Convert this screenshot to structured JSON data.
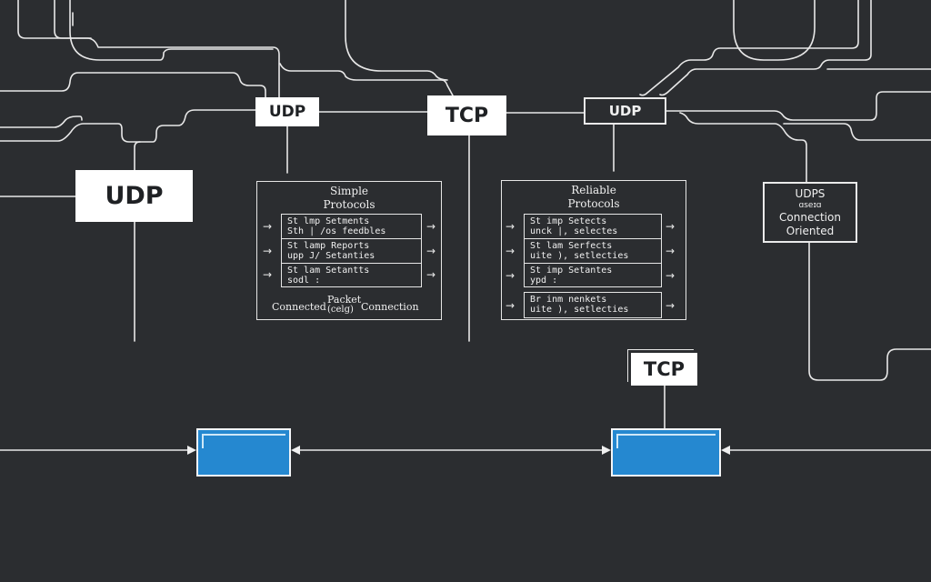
{
  "diagram": {
    "title": "UDP vs TCP network diagram",
    "colors": {
      "background": "#2b2d30",
      "line": "#e8e8e8",
      "label_fill": "#ffffff",
      "node_fill": "#2588d0"
    },
    "labels": {
      "udp_small": "UDP",
      "tcp_top": "TCP",
      "udp_outline": "UDP",
      "udp_large": "UDP",
      "tcp_bottom": "TCP"
    },
    "udps_box": {
      "line1": "UDPS",
      "line2": "ɑseɪɑ",
      "line3": "Connection",
      "line4": "Oriented"
    },
    "panel_simple": {
      "title_line1": "Simple",
      "title_line2": "Protocols",
      "rows": [
        {
          "line1": "St lmp  Setments",
          "line2": "Sth  |  /os feedbles"
        },
        {
          "line1": "St lamp  Reports",
          "line2": "upp  J/ Setanties"
        },
        {
          "line1": "St lam   Setantts",
          "line2": "sodl :"
        }
      ],
      "footer_left": "Connected",
      "footer_mid_top": "Packet",
      "footer_mid_bottom": "(celg)",
      "footer_right": "Connection"
    },
    "panel_reliable": {
      "title_line1": "Reliable",
      "title_line2": "Protocols",
      "rows": [
        {
          "line1": "St imp  Setects",
          "line2": "unck  |, selectes"
        },
        {
          "line1": "St lam  Serfects",
          "line2": "uite ), setlecties"
        },
        {
          "line1": "St imp  Setantes",
          "line2": "ypd :"
        },
        {
          "line1": "Br inm  nenkets",
          "line2": "uite ), setlecties"
        }
      ]
    },
    "nodes": [
      {
        "name": "endpoint-left"
      },
      {
        "name": "endpoint-right"
      }
    ]
  }
}
